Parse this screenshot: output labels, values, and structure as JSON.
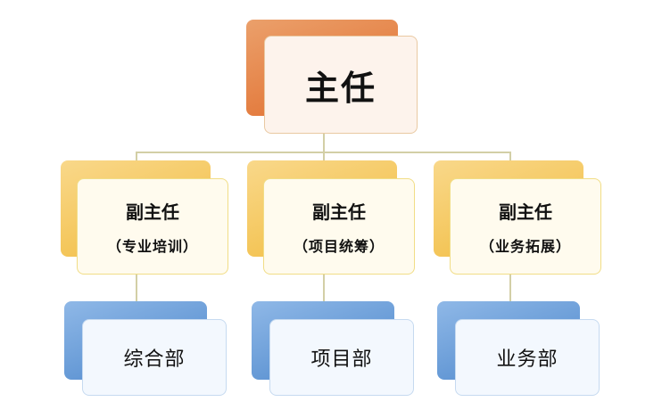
{
  "top": {
    "title": "主任"
  },
  "mid": [
    {
      "title": "副主任",
      "sub": "（专业培训）"
    },
    {
      "title": "副主任",
      "sub": "（项目统筹）"
    },
    {
      "title": "副主任",
      "sub": "（业务拓展）"
    }
  ],
  "bottom": [
    {
      "title": "综合部"
    },
    {
      "title": "项目部"
    },
    {
      "title": "业务部"
    }
  ],
  "colors": {
    "top_accent": "#e06b2a",
    "mid_accent": "#f1bb3d",
    "bottom_accent": "#4b86cb",
    "connector": "#d3cfa6"
  }
}
